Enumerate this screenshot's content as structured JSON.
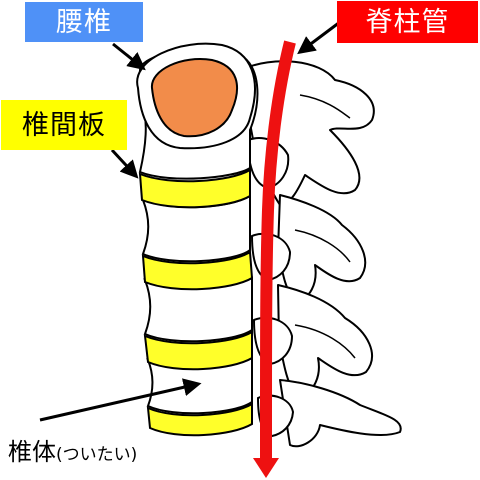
{
  "labels": {
    "lumbar": "腰椎",
    "disc": "椎間板",
    "spinal_canal": "脊柱管",
    "vertebral_body": "椎体",
    "vertebral_body_reading": "(ついたい)"
  },
  "colors": {
    "lumbar_label_bg": "#4f91f7",
    "lumbar_label_text": "#ffffff",
    "disc_label_bg": "#ffff00",
    "disc_label_text": "#000000",
    "canal_label_bg": "#ff0000",
    "canal_label_text": "#ffffff",
    "disc": "#ffff2a",
    "spinal_cord": "#ee1111",
    "bone_fill": "#ffffff",
    "bone_shadow": "#e6e6e6",
    "marrow": "#f28c4a",
    "outline": "#000000"
  }
}
